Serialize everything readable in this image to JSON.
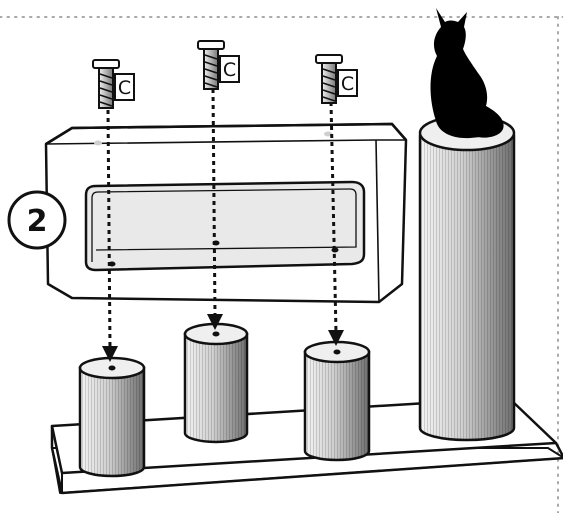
{
  "step": {
    "number": "2"
  },
  "parts": {
    "screw_label": "C",
    "screw_count": 3
  },
  "colors": {
    "outline": "#111111",
    "post_light": "#f2f2f2",
    "post_dark": "#7a7a7a",
    "window_fill": "#e9e9e9",
    "dotted_border": "#a8a8a8",
    "cat": "#000000"
  },
  "icons": {
    "subject": "cat-silhouette",
    "fastener": "screw-icon",
    "direction": "arrow-down-icon"
  }
}
